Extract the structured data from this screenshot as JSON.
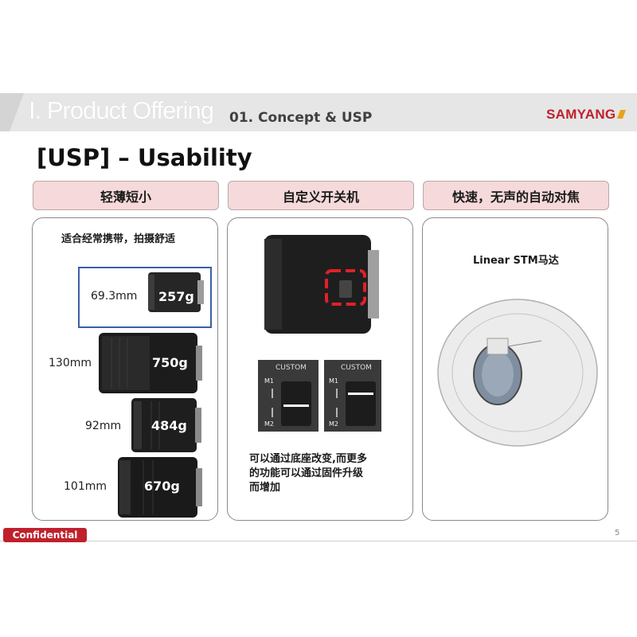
{
  "header": {
    "section_title": "I. Product Offering",
    "sub_title": "01. Concept & USP",
    "brand": "SAMYANG"
  },
  "heading": "[USP] – Usability",
  "columns": [
    {
      "tab": "轻薄短小",
      "caption": "适合经常携带，拍摄舒适"
    },
    {
      "tab": "自定义开关机",
      "text_lines": [
        "可以通过底座改变,而更多",
        "的功能可以通过固件升级",
        "而增加"
      ]
    },
    {
      "tab": "快速，无声的自动对焦",
      "caption": "Linear STM马达"
    }
  ],
  "lenses": [
    {
      "length": "69.3mm",
      "weight": "257g"
    },
    {
      "length": "130mm",
      "weight": "750g"
    },
    {
      "length": "92mm",
      "weight": "484g"
    },
    {
      "length": "101mm",
      "weight": "670g"
    }
  ],
  "switch_panel": {
    "label": "CUSTOM",
    "m1": "M1",
    "m2": "M2"
  },
  "footer": {
    "confidential": "Confidential",
    "page_number": "5"
  },
  "colors": {
    "brand_red": "#c0202c",
    "tab_fill": "#f6d9da",
    "highlight_blue": "#3a5fa8"
  }
}
